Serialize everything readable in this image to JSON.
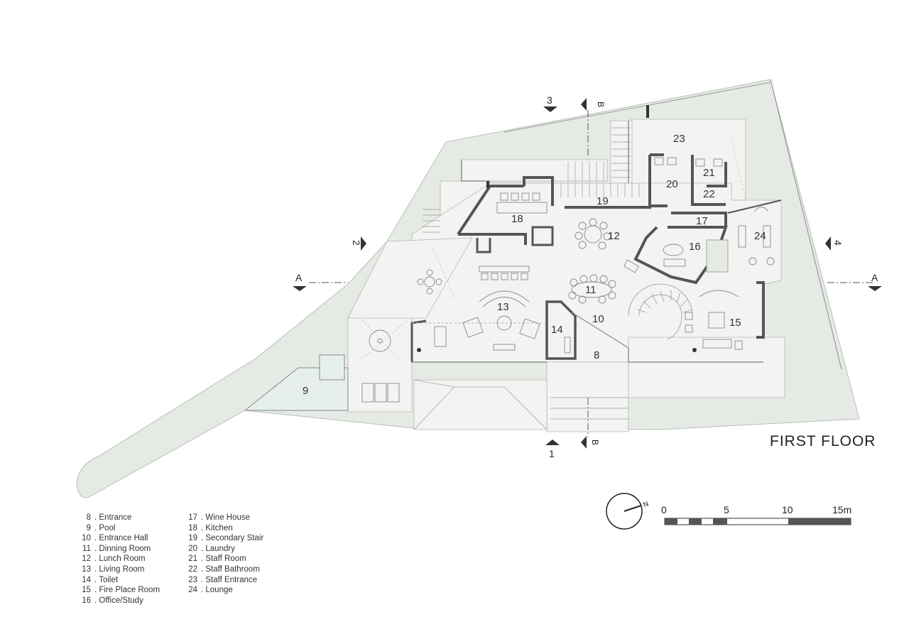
{
  "title": "FIRST FLOOR",
  "rooms": [
    {
      "num": "8",
      "name": "Entrance"
    },
    {
      "num": "9",
      "name": "Pool"
    },
    {
      "num": "10",
      "name": "Entrance Hall"
    },
    {
      "num": "11",
      "name": "Dinning Room"
    },
    {
      "num": "12",
      "name": "Lunch Room"
    },
    {
      "num": "13",
      "name": "Living Room"
    },
    {
      "num": "14",
      "name": "Toilet"
    },
    {
      "num": "15",
      "name": "Fire Place Room"
    },
    {
      "num": "16",
      "name": "Office/Study"
    },
    {
      "num": "17",
      "name": "Wine House"
    },
    {
      "num": "18",
      "name": "Kitchen"
    },
    {
      "num": "19",
      "name": "Secondary Stair"
    },
    {
      "num": "20",
      "name": "Laundry"
    },
    {
      "num": "21",
      "name": "Staff Room"
    },
    {
      "num": "22",
      "name": "Staff Bathroom"
    },
    {
      "num": "23",
      "name": "Staff Entrance"
    },
    {
      "num": "24",
      "name": "Lounge"
    }
  ],
  "section_marks": {
    "m1": "1",
    "m2": "2",
    "m3": "3",
    "m4": "4",
    "a_left": "A",
    "a_right": "A",
    "b_top": "B",
    "b_bottom": "B"
  },
  "north_label": "N",
  "scale": {
    "labels": [
      "0",
      "5",
      "10",
      "15m"
    ]
  },
  "colors": {
    "site": "#e5ebe4",
    "site_edge": "#b8bfb8",
    "floor": "#f3f4f2",
    "wall": "#555555",
    "line": "#9a9a9a",
    "pool": "#e6efee"
  }
}
